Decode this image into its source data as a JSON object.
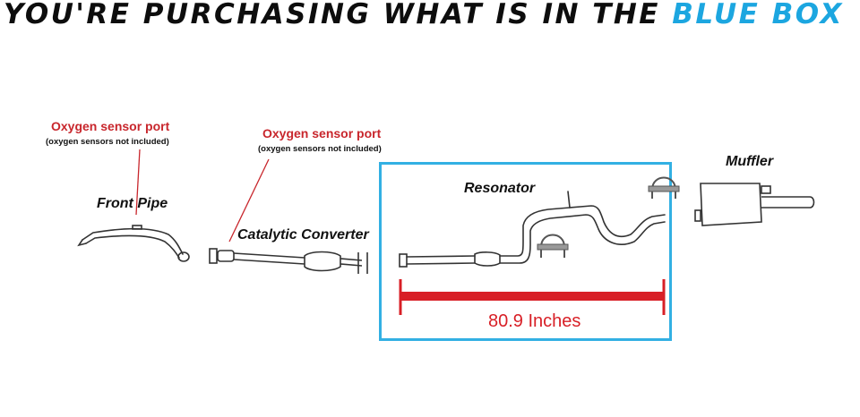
{
  "banner": {
    "prefix": "YOU'RE PURCHASING WHAT IS IN THE ",
    "highlight": "BLUE BOX",
    "highlight_color": "#1ca6e0"
  },
  "parts": {
    "front_pipe": "Front Pipe",
    "catalytic_converter": "Catalytic Converter",
    "resonator": "Resonator",
    "muffler": "Muffler"
  },
  "sensor_ports": [
    {
      "label": "Oxygen sensor port",
      "note": "(oxygen sensors not included)"
    },
    {
      "label": "Oxygen sensor port",
      "note": "(oxygen sensors not included)"
    }
  ],
  "measurement": {
    "value": "80.9 Inches",
    "color": "#d81f26"
  },
  "colors": {
    "box_border": "#32b0e3",
    "port_text": "#c8262c"
  },
  "icons": [
    "exhaust-clamp-icon",
    "exhaust-clamp-icon"
  ]
}
